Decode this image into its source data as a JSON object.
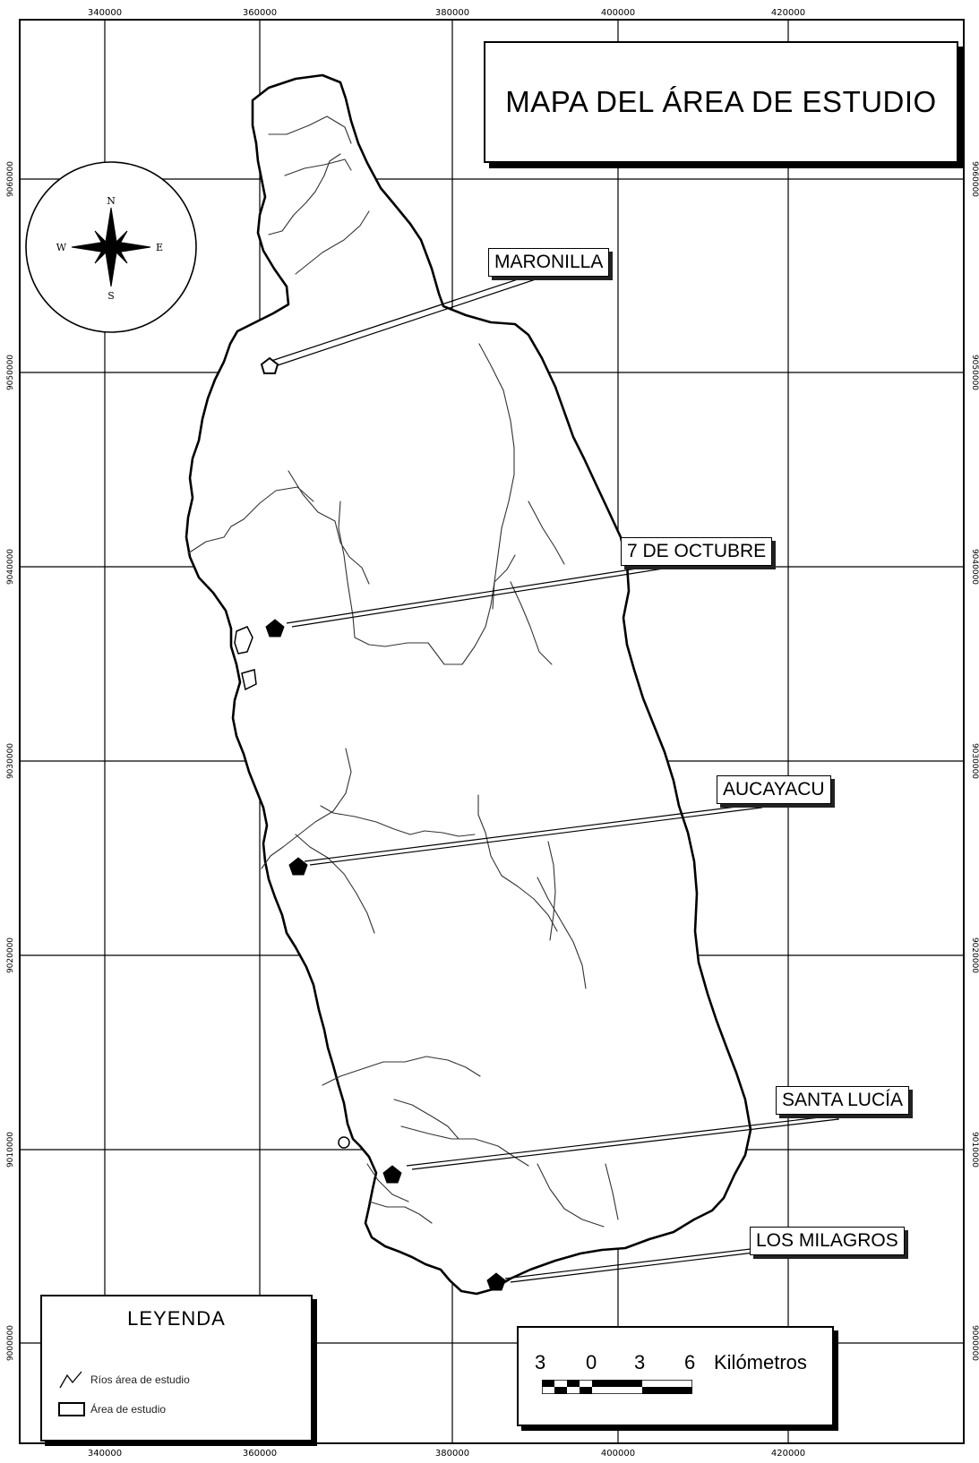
{
  "map": {
    "title": "MAPA DEL ÁREA DE ESTUDIO",
    "x_ticks": [
      "340000",
      "360000",
      "380000",
      "400000",
      "420000"
    ],
    "y_ticks_left": [
      "9060000",
      "9050000",
      "9040000",
      "9030000",
      "9020000",
      "9010000",
      "9000000"
    ],
    "y_ticks_right": [
      "9060000",
      "9050000",
      "9040000",
      "9030000",
      "9020000",
      "9010000",
      "9000000"
    ],
    "north_arrow": {
      "n": "N",
      "s": "S",
      "e": "E",
      "w": "W"
    },
    "places": [
      {
        "name": "MARONILLA",
        "symbol": "pentagon-outline"
      },
      {
        "name": "7 DE OCTUBRE",
        "symbol": "pentagon-filled"
      },
      {
        "name": "AUCAYACU",
        "symbol": "pentagon-filled"
      },
      {
        "name": "SANTA LUCÍA",
        "symbol": "pentagon-filled"
      },
      {
        "name": "LOS MILAGROS",
        "symbol": "pentagon-filled"
      }
    ],
    "legend": {
      "title": "LEYENDA",
      "items": [
        {
          "icon": "river-line-icon",
          "label": "Ríos área de estudio"
        },
        {
          "icon": "area-rectangle-icon",
          "label": "Área de estudio"
        }
      ]
    },
    "scale_bar": {
      "numbers": [
        "3",
        "0",
        "3",
        "6"
      ],
      "unit": "Kilómetros"
    },
    "colors": {
      "line": "#000000",
      "grid": "#000000",
      "background": "#ffffff"
    }
  }
}
